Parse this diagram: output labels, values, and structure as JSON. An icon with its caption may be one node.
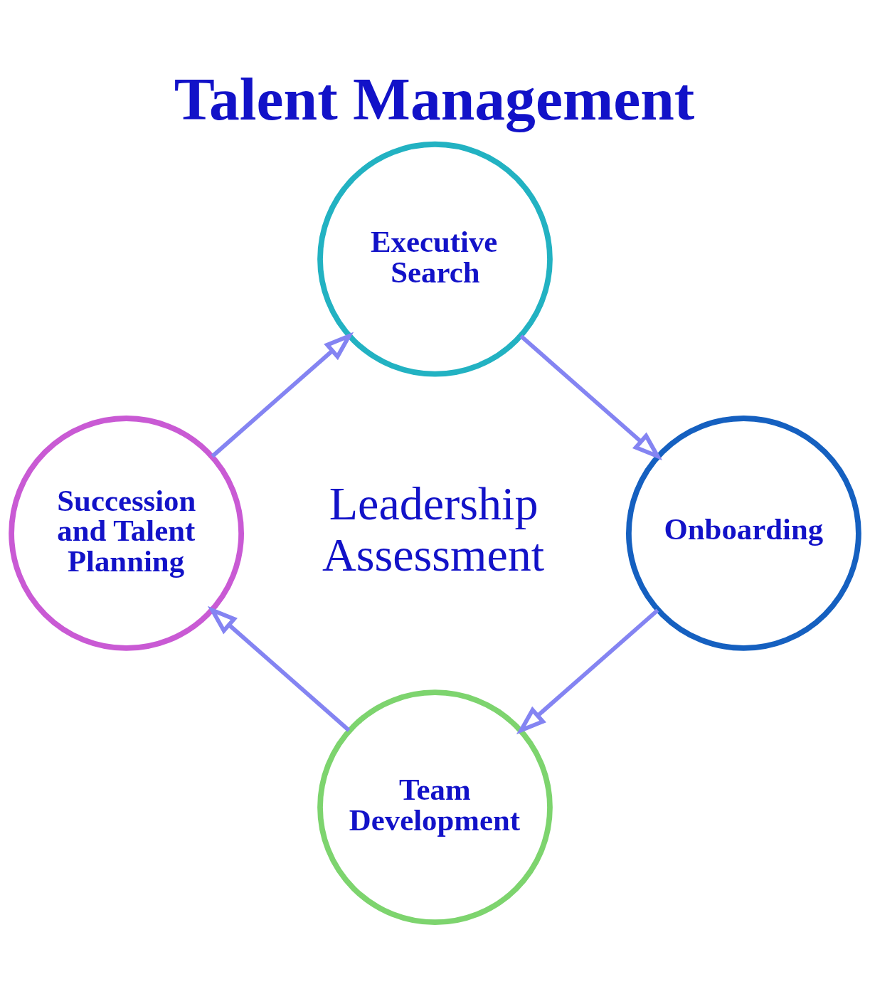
{
  "diagram": {
    "title": "Talent Management",
    "nodes": [
      {
        "text": [
          "Executive Search"
        ]
      },
      {
        "text": [
          "Succession and Talent Planning"
        ]
      },
      {
        "text": [
          "Onboarding"
        ]
      },
      {
        "text": [
          "Team Development"
        ]
      }
    ],
    "edges": [
      {
        "from": 0,
        "to": 2,
        "arrow": "to"
      },
      {
        "from": 2,
        "to": 3,
        "arrow": "to"
      },
      {
        "from": 3,
        "to": 1,
        "arrow": "to"
      },
      {
        "from": 1,
        "to": 0,
        "arrow": "to"
      }
    ],
    "labels": [
      "Leadership Assessment"
    ]
  }
}
